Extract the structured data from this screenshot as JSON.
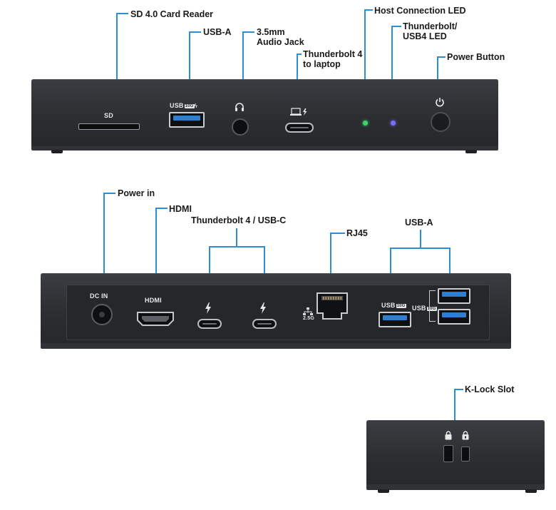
{
  "front": {
    "callouts": {
      "sd_reader": "SD 4.0 Card Reader",
      "usb_a": "USB-A",
      "audio_jack": "3.5mm\nAudio Jack",
      "tb4_laptop": "Thunderbolt 4\nto laptop",
      "host_led": "Host Connection LED",
      "tb_led": "Thunderbolt/\nUSB4 LED",
      "power_button": "Power Button"
    },
    "port_labels": {
      "sd": "SD",
      "usb": "USB",
      "usb_speed": "10G"
    },
    "led_colors": {
      "host": "#3ad66a",
      "tb": "#7a6cff"
    }
  },
  "rear": {
    "callouts": {
      "power_in": "Power in",
      "hdmi": "HDMI",
      "tb4_usbc": "Thunderbolt 4 / USB-C",
      "rj45": "RJ45",
      "usb_a": "USB-A"
    },
    "port_labels": {
      "dc_in": "DC IN",
      "hdmi": "HDMI",
      "rj45_speed": "2.5G",
      "usb": "USB",
      "usb_speed": "10G"
    }
  },
  "side": {
    "callouts": {
      "klock": "K-Lock Slot"
    }
  },
  "colors": {
    "accent_lead": "#2b8fd6",
    "dock_body": "#2b2d30"
  }
}
